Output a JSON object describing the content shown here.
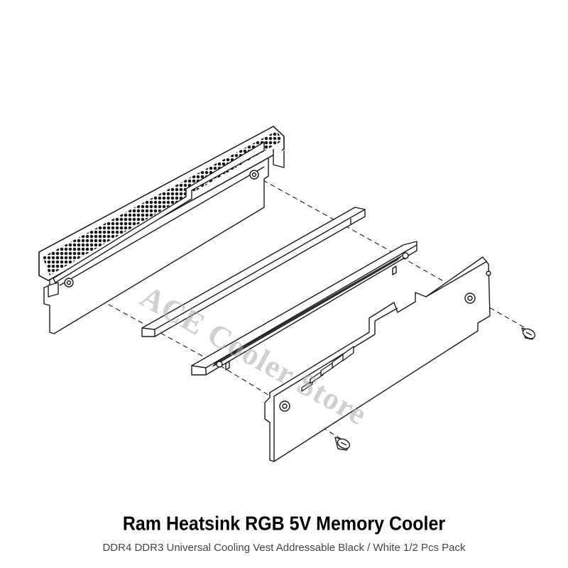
{
  "caption": {
    "title": "Ram Heatsink RGB 5V Memory Cooler",
    "subtitle": "DDR4 DDR3 Universal Cooling Vest Addressable Black / White 1/2 Pcs Pack"
  },
  "watermark": {
    "text": "ACE Cooler Store"
  },
  "colors": {
    "line": "#1a1a1a",
    "fill": "#ffffff",
    "watermark": "#aaaaaa"
  },
  "diagram": {
    "parts": [
      "memory-module",
      "light-guide-bar",
      "led-pcb",
      "heatsink-shell",
      "screw-right",
      "screw-left"
    ]
  }
}
